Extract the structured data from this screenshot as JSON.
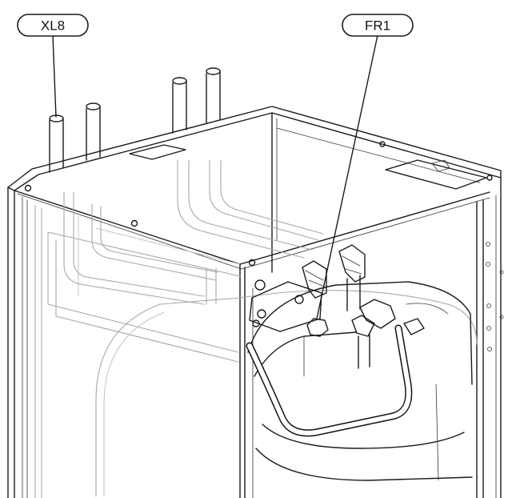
{
  "callouts": [
    {
      "id": "xl8",
      "label": "XL8"
    },
    {
      "id": "fr1",
      "label": "FR1"
    }
  ],
  "colors": {
    "line": "#1a1a1a",
    "ghost": "#a8a8a8",
    "background": "#ffffff"
  }
}
